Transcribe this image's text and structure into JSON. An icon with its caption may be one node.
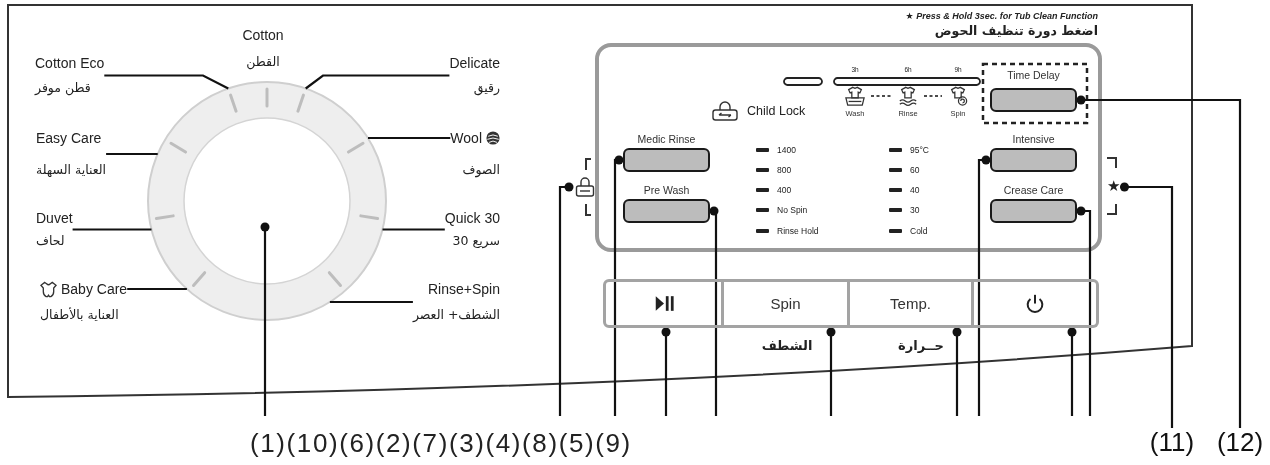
{
  "diagram": {
    "nodes": [
      {
        "text": [],
        "shape": "circle"
      },
      {
        "text": [
          "Cotton Eco",
          "قطن موفر"
        ]
      },
      {
        "text": [
          "Delicate",
          "رقيق"
        ]
      },
      {
        "text": [
          "Easy Care",
          "العناية السهلة"
        ]
      },
      {
        "text": [
          "Wool",
          "الصوف"
        ]
      },
      {
        "text": [
          "Duvet",
          "لحاف"
        ]
      },
      {
        "text": [
          "Quick 30",
          "سريع 30"
        ]
      },
      {
        "text": [
          "Baby Care",
          "العناية بالأطفال"
        ]
      },
      {
        "text": [
          "Rinse+Spin",
          "الشطف+ العصر"
        ]
      },
      {
        "text": [
          "Wash"
        ]
      },
      {
        "text": [
          "Rinse"
        ]
      },
      {
        "text": [
          "Spin"
        ]
      },
      {
        "text": [
          "Time Delay"
        ]
      },
      {
        "text": [],
        "shape": "picture"
      },
      {
        "text": [
          "Medic Rinse"
        ]
      },
      {
        "text": [
          "Intensive"
        ]
      },
      {
        "text": [
          "★"
        ]
      },
      {
        "text": [
          "Pre Wash"
        ]
      },
      {
        "text": [
          "Crease Care"
        ]
      },
      {
        "text": [],
        "shape": "box"
      },
      {
        "text": [
          "Spin"
        ],
        "beside": [
          "الشطف"
        ]
      },
      {
        "text": [
          "Temp."
        ],
        "beside": [
          "حــرارة"
        ]
      },
      {
        "text": [],
        "shape": "box"
      },
      {
        "text": [
          "(11)"
        ]
      },
      {
        "text": [
          "(12)"
        ]
      }
    ],
    "edges": [
      {
        "from": 1,
        "to": 0,
        "arrow": "none"
      },
      {
        "from": 2,
        "to": 0,
        "arrow": "none"
      },
      {
        "from": 3,
        "to": 0,
        "arrow": "none"
      },
      {
        "from": 4,
        "to": 0,
        "arrow": "none"
      },
      {
        "from": 5,
        "to": 0,
        "arrow": "none"
      },
      {
        "from": 6,
        "to": 0,
        "arrow": "none"
      },
      {
        "from": 7,
        "to": 0,
        "arrow": "none"
      },
      {
        "from": 8,
        "to": 0,
        "arrow": "none"
      },
      {
        "from": 9,
        "to": 10,
        "arrow": "none",
        "style": "dashed"
      },
      {
        "from": 10,
        "to": 11,
        "arrow": "none",
        "style": "dashed"
      },
      {
        "from": null,
        "to": 0,
        "arrow": "other"
      },
      {
        "from": null,
        "to": 13,
        "arrow": "other"
      },
      {
        "from": null,
        "to": 14,
        "arrow": "other"
      },
      {
        "from": null,
        "to": 19,
        "arrow": "other"
      },
      {
        "from": null,
        "to": 17,
        "arrow": "other"
      },
      {
        "from": null,
        "to": 20,
        "arrow": "other"
      },
      {
        "from": null,
        "to": 21,
        "arrow": "other"
      },
      {
        "from": null,
        "to": 15,
        "arrow": "other"
      },
      {
        "from": null,
        "to": 22,
        "arrow": "other"
      },
      {
        "from": null,
        "to": 18,
        "arrow": "other"
      },
      {
        "from": 23,
        "to": 16,
        "arrow": "other"
      },
      {
        "from": 24,
        "to": 12,
        "arrow": "other"
      }
    ],
    "labels": [
      "★ Press & Hold 3sec. for Tub Clean Function",
      "اضغط دورة تنظيف الحوض",
      "Cotton",
      "القطن",
      "3h",
      "6h",
      "9h",
      "Child Lock",
      "1400",
      "800",
      "400",
      "No Spin",
      "Rinse Hold",
      "95°C",
      "60",
      "40",
      "30",
      "Cold",
      "(1)(10)(6)(2)(7)(3)(4)(8)(5)(9)"
    ]
  }
}
